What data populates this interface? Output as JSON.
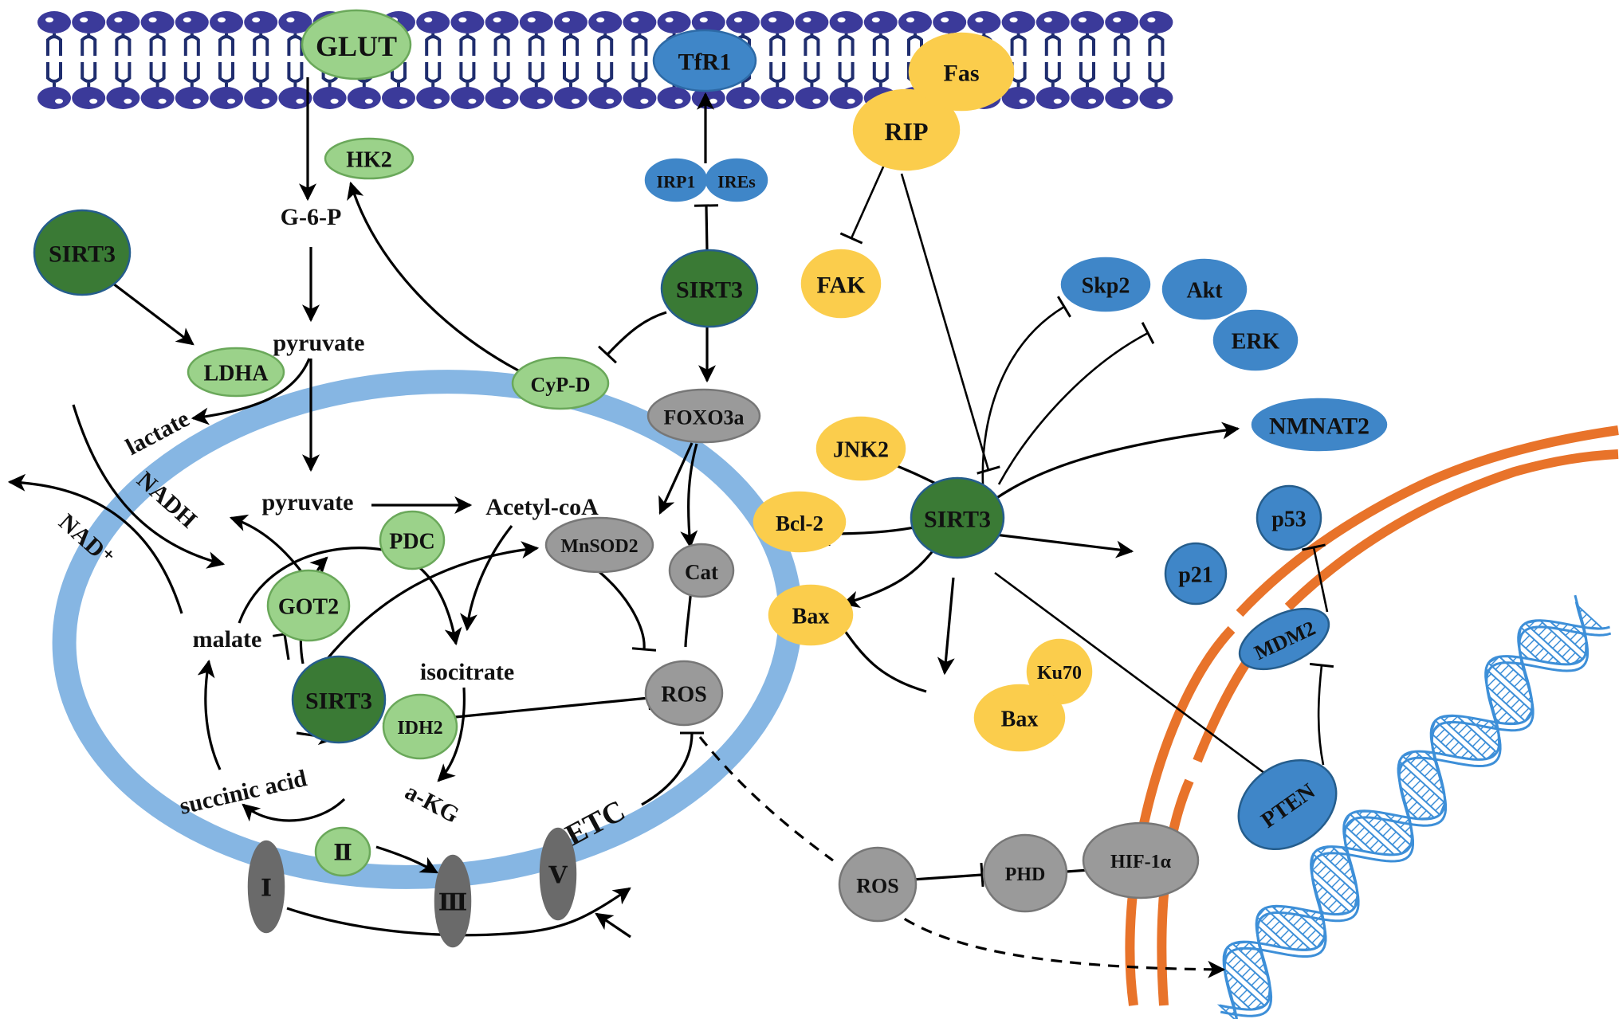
{
  "figure": {
    "title": "SIRT3 signaling and metabolic regulation",
    "colors": {
      "membrane_lipid": "#3b3a9a",
      "membrane_tail": "#1f2d6e",
      "mito_membrane": "#86b6e3",
      "nuclear_envelope": "#e8732a",
      "dna": "#3d8fd8",
      "sirt3": "#3a7a35",
      "metabolic_enzyme": "#9bd28a",
      "apoptotic": "#fbcd4c",
      "signaling": "#3f86c8",
      "antioxidant": "#9a9a9a",
      "etc_complex": "#6a6a6a"
    }
  },
  "nodes": {
    "glut": "GLUT",
    "tfr1": "TfR1",
    "fas": "Fas",
    "rip": "RIP",
    "hk2": "HK2",
    "irp1": "IRP1",
    "ires": "IREs",
    "sirt3_left": "SIRT3",
    "sirt3_top": "SIRT3",
    "sirt3_mito": "SIRT3",
    "sirt3_center": "SIRT3",
    "sirt3_bottom": "SIRT3",
    "fak": "FAK",
    "skp2": "Skp2",
    "akt": "Akt",
    "erk": "ERK",
    "ldha": "LDHA",
    "cypd": "CyP-D",
    "foxo3a": "FOXO3a",
    "jnk2": "JNK2",
    "nmnat2": "NMNAT2",
    "bcl2": "Bcl-2",
    "p53": "p53",
    "p21": "p21",
    "bax1": "Bax",
    "bax2": "Bax",
    "ku70": "Ku70",
    "mnsod2": "MnSOD2",
    "cat": "Cat",
    "pdc": "PDC",
    "got2": "GOT2",
    "idh2": "IDH2",
    "ros_mito": "ROS",
    "ros_cyto": "ROS",
    "phd": "PHD",
    "hif1a": "HIF-1α",
    "mdm2": "MDM2",
    "pten": "PTEN",
    "complex_i": "Ⅰ",
    "complex_ii": "Ⅱ",
    "complex_iii": "Ⅲ",
    "complex_v": "Ⅴ"
  },
  "metabolites": {
    "g6p": "G-6-P",
    "pyruvate_cyto": "pyruvate",
    "lactate": "lactate",
    "nadh": "NADH",
    "nad_plus": "NAD⁺",
    "pyruvate_mito": "pyruvate",
    "acetyl_coa": "Acetyl-coA",
    "malate": "malate",
    "isocitrate": "isocitrate",
    "succinic_acid": "succinic acid",
    "akg": "a-KG",
    "etc": "ETC"
  },
  "interactions": [
    {
      "from": "GLUT",
      "to": "G-6-P",
      "type": "activation"
    },
    {
      "from": "G-6-P",
      "to": "pyruvate",
      "type": "activation"
    },
    {
      "from": "CyP-D",
      "to": "HK2",
      "type": "activation"
    },
    {
      "from": "SIRT3",
      "to": "LDHA",
      "type": "activation"
    },
    {
      "from": "pyruvate",
      "to": "lactate",
      "type": "activation"
    },
    {
      "from": "pyruvate",
      "to": "pyruvate (mito)",
      "type": "activation"
    },
    {
      "from": "pyruvate",
      "to": "Acetyl-coA",
      "type": "activation"
    },
    {
      "from": "IRP1/IREs",
      "to": "TfR1",
      "type": "activation"
    },
    {
      "from": "SIRT3",
      "to": "IRP1/IREs",
      "type": "inhibition"
    },
    {
      "from": "SIRT3",
      "to": "CyP-D",
      "type": "inhibition"
    },
    {
      "from": "SIRT3",
      "to": "FOXO3a",
      "type": "activation"
    },
    {
      "from": "FOXO3a",
      "to": "MnSOD2",
      "type": "activation"
    },
    {
      "from": "FOXO3a",
      "to": "Cat",
      "type": "activation"
    },
    {
      "from": "MnSOD2/Cat",
      "to": "ROS",
      "type": "inhibition"
    },
    {
      "from": "IDH2",
      "to": "ROS",
      "type": "inhibition"
    },
    {
      "from": "ETC",
      "to": "ROS",
      "type": "inhibition"
    },
    {
      "from": "SIRT3",
      "to": "GOT2",
      "type": "inhibition"
    },
    {
      "from": "SIRT3",
      "to": "PDC",
      "type": "activation"
    },
    {
      "from": "SIRT3",
      "to": "MnSOD2",
      "type": "activation"
    },
    {
      "from": "SIRT3",
      "to": "IDH2",
      "type": "activation"
    },
    {
      "from": "SIRT3",
      "to": "Complex V",
      "type": "activation"
    },
    {
      "from": "RIP",
      "to": "FAK",
      "type": "inhibition"
    },
    {
      "from": "RIP",
      "to": "SIRT3",
      "type": "inhibition"
    },
    {
      "from": "SIRT3",
      "to": "Skp2",
      "type": "inhibition"
    },
    {
      "from": "SIRT3",
      "to": "Akt/ERK",
      "type": "inhibition"
    },
    {
      "from": "SIRT3",
      "to": "JNK2",
      "type": "activation"
    },
    {
      "from": "SIRT3",
      "to": "NMNAT2",
      "type": "activation"
    },
    {
      "from": "SIRT3",
      "to": "Bcl-2",
      "type": "inhibition"
    },
    {
      "from": "SIRT3",
      "to": "p21",
      "type": "activation"
    },
    {
      "from": "SIRT3",
      "to": "Bax",
      "type": "activation"
    },
    {
      "from": "SIRT3",
      "to": "Ku70/Bax",
      "type": "activation"
    },
    {
      "from": "Ku70/Bax",
      "to": "Bax",
      "type": "inhibition"
    },
    {
      "from": "SIRT3",
      "to": "PTEN",
      "type": "activation"
    },
    {
      "from": "PTEN",
      "to": "MDM2",
      "type": "inhibition"
    },
    {
      "from": "MDM2",
      "to": "p53",
      "type": "inhibition"
    },
    {
      "from": "ROS",
      "to": "PHD",
      "type": "inhibition"
    },
    {
      "from": "PHD",
      "to": "HIF-1α",
      "type": "inhibition"
    },
    {
      "from": "ROS",
      "to": "DNA",
      "type": "indirect"
    }
  ]
}
